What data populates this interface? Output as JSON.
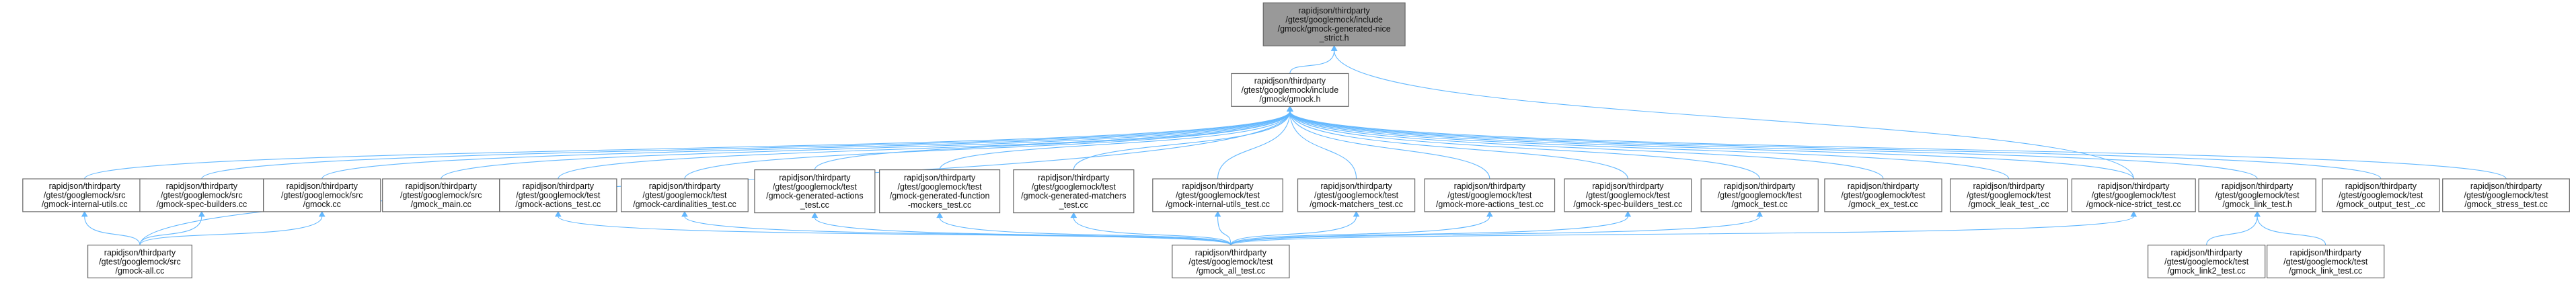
{
  "diagram": {
    "title": "",
    "colors": {
      "root_fill": "#999999",
      "node_fill": "#ffffff",
      "border": "#666666",
      "edge": "#63b8ff"
    },
    "nodes": [
      {
        "id": "n_nicestrict",
        "lines": [
          "rapidjson/thirdparty",
          "/gtest/googlemock/include",
          "/gmock/gmock-generated-nice",
          "_strict.h"
        ],
        "root": true
      },
      {
        "id": "n_gmock_h",
        "lines": [
          "rapidjson/thirdparty",
          "/gtest/googlemock/include",
          "/gmock/gmock.h"
        ]
      },
      {
        "id": "n_internal_utils_cc",
        "lines": [
          "rapidjson/thirdparty",
          "/gtest/googlemock/src",
          "/gmock-internal-utils.cc"
        ]
      },
      {
        "id": "n_spec_builders_cc",
        "lines": [
          "rapidjson/thirdparty",
          "/gtest/googlemock/src",
          "/gmock-spec-builders.cc"
        ]
      },
      {
        "id": "n_gmock_cc",
        "lines": [
          "rapidjson/thirdparty",
          "/gtest/googlemock/src",
          "/gmock.cc"
        ]
      },
      {
        "id": "n_gmock_main_cc",
        "lines": [
          "rapidjson/thirdparty",
          "/gtest/googlemock/src",
          "/gmock_main.cc"
        ]
      },
      {
        "id": "n_actions_test",
        "lines": [
          "rapidjson/thirdparty",
          "/gtest/googlemock/test",
          "/gmock-actions_test.cc"
        ]
      },
      {
        "id": "n_cardinalities_test",
        "lines": [
          "rapidjson/thirdparty",
          "/gtest/googlemock/test",
          "/gmock-cardinalities_test.cc"
        ]
      },
      {
        "id": "n_gen_actions_test",
        "lines": [
          "rapidjson/thirdparty",
          "/gtest/googlemock/test",
          "/gmock-generated-actions",
          "_test.cc"
        ]
      },
      {
        "id": "n_gen_function_mockers_test",
        "lines": [
          "rapidjson/thirdparty",
          "/gtest/googlemock/test",
          "/gmock-generated-function",
          "-mockers_test.cc"
        ]
      },
      {
        "id": "n_gen_matchers_test",
        "lines": [
          "rapidjson/thirdparty",
          "/gtest/googlemock/test",
          "/gmock-generated-matchers",
          "_test.cc"
        ]
      },
      {
        "id": "n_internal_utils_test",
        "lines": [
          "rapidjson/thirdparty",
          "/gtest/googlemock/test",
          "/gmock-internal-utils_test.cc"
        ]
      },
      {
        "id": "n_matchers_test",
        "lines": [
          "rapidjson/thirdparty",
          "/gtest/googlemock/test",
          "/gmock-matchers_test.cc"
        ]
      },
      {
        "id": "n_more_actions_test",
        "lines": [
          "rapidjson/thirdparty",
          "/gtest/googlemock/test",
          "/gmock-more-actions_test.cc"
        ]
      },
      {
        "id": "n_spec_builders_test",
        "lines": [
          "rapidjson/thirdparty",
          "/gtest/googlemock/test",
          "/gmock-spec-builders_test.cc"
        ]
      },
      {
        "id": "n_gmock_test",
        "lines": [
          "rapidjson/thirdparty",
          "/gtest/googlemock/test",
          "/gmock_test.cc"
        ]
      },
      {
        "id": "n_ex_test",
        "lines": [
          "rapidjson/thirdparty",
          "/gtest/googlemock/test",
          "/gmock_ex_test.cc"
        ]
      },
      {
        "id": "n_leak_test",
        "lines": [
          "rapidjson/thirdparty",
          "/gtest/googlemock/test",
          "/gmock_leak_test_.cc"
        ]
      },
      {
        "id": "n_nice_strict_test",
        "lines": [
          "rapidjson/thirdparty",
          "/gtest/googlemock/test",
          "/gmock-nice-strict_test.cc"
        ]
      },
      {
        "id": "n_link_test_h",
        "lines": [
          "rapidjson/thirdparty",
          "/gtest/googlemock/test",
          "/gmock_link_test.h"
        ]
      },
      {
        "id": "n_output_test",
        "lines": [
          "rapidjson/thirdparty",
          "/gtest/googlemock/test",
          "/gmock_output_test_.cc"
        ]
      },
      {
        "id": "n_stress_test",
        "lines": [
          "rapidjson/thirdparty",
          "/gtest/googlemock/test",
          "/gmock_stress_test.cc"
        ]
      },
      {
        "id": "n_gmock_all_cc",
        "lines": [
          "rapidjson/thirdparty",
          "/gtest/googlemock/src",
          "/gmock-all.cc"
        ]
      },
      {
        "id": "n_gmock_all_test",
        "lines": [
          "rapidjson/thirdparty",
          "/gtest/googlemock/test",
          "/gmock_all_test.cc"
        ]
      },
      {
        "id": "n_link2_test",
        "lines": [
          "rapidjson/thirdparty",
          "/gtest/googlemock/test",
          "/gmock_link2_test.cc"
        ]
      },
      {
        "id": "n_link_test_cc",
        "lines": [
          "rapidjson/thirdparty",
          "/gtest/googlemock/test",
          "/gmock_link_test.cc"
        ]
      }
    ],
    "edges": [
      [
        "n_gmock_h",
        "n_nicestrict"
      ],
      [
        "n_nice_strict_test",
        "n_nicestrict"
      ],
      [
        "n_internal_utils_cc",
        "n_gmock_h"
      ],
      [
        "n_spec_builders_cc",
        "n_gmock_h"
      ],
      [
        "n_gmock_cc",
        "n_gmock_h"
      ],
      [
        "n_gmock_main_cc",
        "n_gmock_h"
      ],
      [
        "n_actions_test",
        "n_gmock_h"
      ],
      [
        "n_cardinalities_test",
        "n_gmock_h"
      ],
      [
        "n_gen_actions_test",
        "n_gmock_h"
      ],
      [
        "n_gen_function_mockers_test",
        "n_gmock_h"
      ],
      [
        "n_gen_matchers_test",
        "n_gmock_h"
      ],
      [
        "n_internal_utils_test",
        "n_gmock_h"
      ],
      [
        "n_matchers_test",
        "n_gmock_h"
      ],
      [
        "n_more_actions_test",
        "n_gmock_h"
      ],
      [
        "n_spec_builders_test",
        "n_gmock_h"
      ],
      [
        "n_gmock_test",
        "n_gmock_h"
      ],
      [
        "n_ex_test",
        "n_gmock_h"
      ],
      [
        "n_leak_test",
        "n_gmock_h"
      ],
      [
        "n_nice_strict_test",
        "n_gmock_h"
      ],
      [
        "n_link_test_h",
        "n_gmock_h"
      ],
      [
        "n_output_test",
        "n_gmock_h"
      ],
      [
        "n_stress_test",
        "n_gmock_h"
      ],
      [
        "n_gmock_all_cc",
        "n_gmock_h"
      ],
      [
        "n_gmock_all_cc",
        "n_internal_utils_cc"
      ],
      [
        "n_gmock_all_cc",
        "n_spec_builders_cc"
      ],
      [
        "n_gmock_all_cc",
        "n_gmock_cc"
      ],
      [
        "n_gmock_all_test",
        "n_actions_test"
      ],
      [
        "n_gmock_all_test",
        "n_cardinalities_test"
      ],
      [
        "n_gmock_all_test",
        "n_gen_actions_test"
      ],
      [
        "n_gmock_all_test",
        "n_gen_function_mockers_test"
      ],
      [
        "n_gmock_all_test",
        "n_gen_matchers_test"
      ],
      [
        "n_gmock_all_test",
        "n_internal_utils_test"
      ],
      [
        "n_gmock_all_test",
        "n_matchers_test"
      ],
      [
        "n_gmock_all_test",
        "n_more_actions_test"
      ],
      [
        "n_gmock_all_test",
        "n_spec_builders_test"
      ],
      [
        "n_gmock_all_test",
        "n_gmock_test"
      ],
      [
        "n_gmock_all_test",
        "n_nice_strict_test"
      ],
      [
        "n_link2_test",
        "n_link_test_h"
      ],
      [
        "n_link_test_cc",
        "n_link_test_h"
      ]
    ]
  }
}
